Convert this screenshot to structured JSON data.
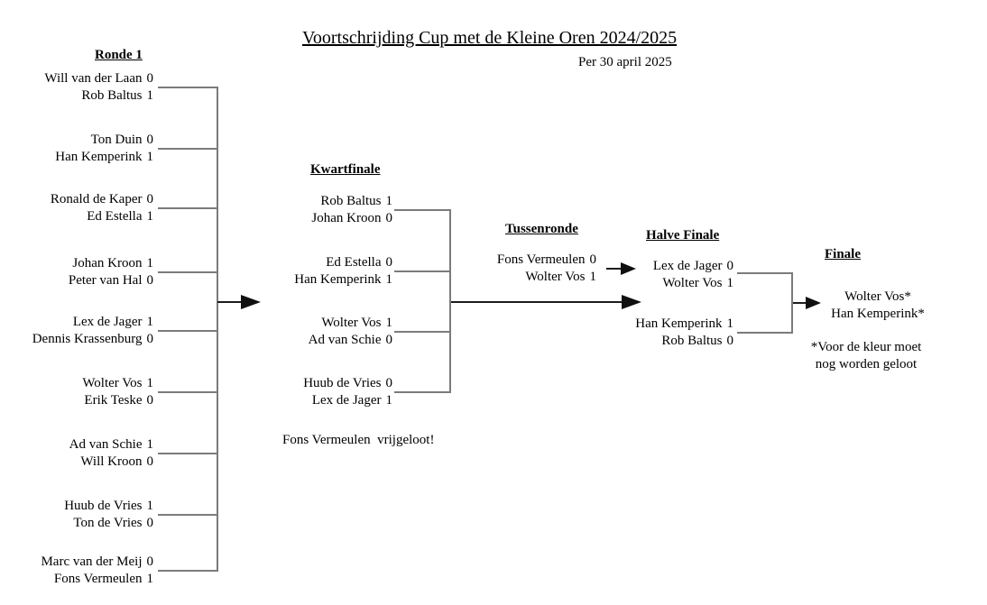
{
  "title": "Voortschrijding Cup met de Kleine Oren 2024/2025",
  "subtitle": "Per 30 april 2025",
  "ronde1": {
    "header": "Ronde 1",
    "matches": [
      {
        "p1": "Will van der Laan",
        "s1": "0",
        "p2": "Rob Baltus",
        "s2": "1"
      },
      {
        "p1": "Ton Duin",
        "s1": "0",
        "p2": "Han Kemperink",
        "s2": "1"
      },
      {
        "p1": "Ronald de Kaper",
        "s1": "0",
        "p2": "Ed Estella",
        "s2": "1"
      },
      {
        "p1": "Johan Kroon",
        "s1": "1",
        "p2": "Peter van Hal",
        "s2": "0"
      },
      {
        "p1": "Lex de Jager",
        "s1": "1",
        "p2": "Dennis Krassenburg",
        "s2": "0"
      },
      {
        "p1": "Wolter Vos",
        "s1": "1",
        "p2": "Erik Teske",
        "s2": "0"
      },
      {
        "p1": "Ad van Schie",
        "s1": "1",
        "p2": "Will Kroon",
        "s2": "0"
      },
      {
        "p1": "Huub de Vries",
        "s1": "1",
        "p2": "Ton de Vries",
        "s2": "0"
      },
      {
        "p1": "Marc van der Meij",
        "s1": "0",
        "p2": "Fons Vermeulen",
        "s2": "1"
      }
    ]
  },
  "kwartfinale": {
    "header": "Kwartfinale",
    "matches": [
      {
        "p1": "Rob Baltus",
        "s1": "1",
        "p2": "Johan Kroon",
        "s2": "0"
      },
      {
        "p1": "Ed Estella",
        "s1": "0",
        "p2": "Han Kemperink",
        "s2": "1"
      },
      {
        "p1": "Wolter Vos",
        "s1": "1",
        "p2": "Ad van Schie",
        "s2": "0"
      },
      {
        "p1": "Huub de Vries",
        "s1": "0",
        "p2": "Lex de Jager",
        "s2": "1"
      }
    ],
    "note": "Fons Vermeulen  vrijgeloot!"
  },
  "tussenronde": {
    "header": "Tussenronde",
    "matches": [
      {
        "p1": "Fons Vermeulen",
        "s1": "0",
        "p2": "Wolter Vos",
        "s2": "1"
      }
    ]
  },
  "halve_finale": {
    "header": "Halve Finale",
    "matches": [
      {
        "p1": "Lex de Jager",
        "s1": "0",
        "p2": "Wolter Vos",
        "s2": "1"
      },
      {
        "p1": "Han Kemperink",
        "s1": "1",
        "p2": "Rob Baltus",
        "s2": "0"
      }
    ]
  },
  "finale": {
    "header": "Finale",
    "result1": "Wolter Vos*",
    "result2": "Han Kemperink*",
    "note1": "*Voor de kleur moet",
    "note2": "nog worden geloot"
  }
}
